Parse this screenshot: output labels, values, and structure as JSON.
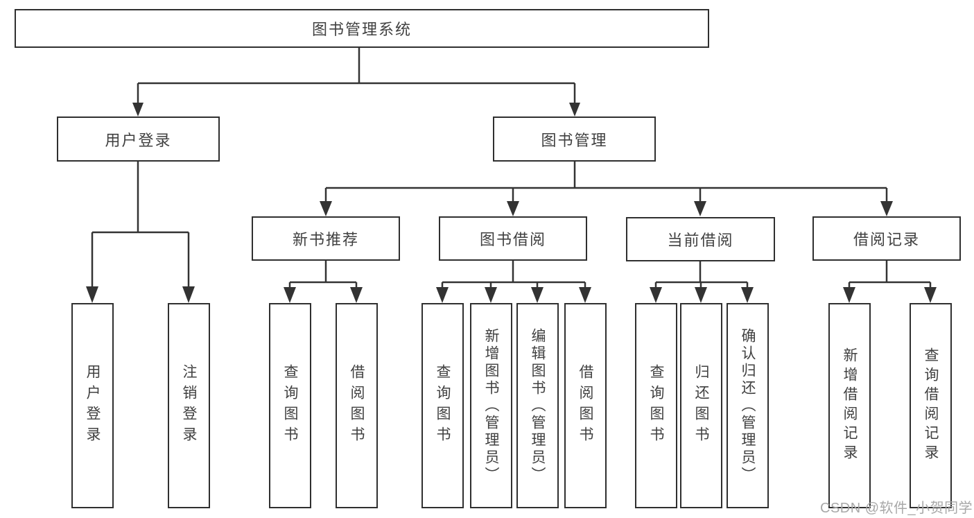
{
  "diagram": {
    "root": {
      "label": "图书管理系统"
    },
    "login": {
      "label": "用户登录",
      "children": [
        {
          "label": "用户登录"
        },
        {
          "label": "注销登录"
        }
      ]
    },
    "management": {
      "label": "图书管理",
      "sections": [
        {
          "label": "新书推荐",
          "children": [
            {
              "label": "查询图书"
            },
            {
              "label": "借阅图书"
            }
          ]
        },
        {
          "label": "图书借阅",
          "children": [
            {
              "label": "查询图书"
            },
            {
              "label": "新增图书（管理员）"
            },
            {
              "label": "编辑图书（管理员）"
            },
            {
              "label": "借阅图书"
            }
          ]
        },
        {
          "label": "当前借阅",
          "children": [
            {
              "label": "查询图书"
            },
            {
              "label": "归还图书"
            },
            {
              "label": "确认归还（管理员）"
            }
          ]
        },
        {
          "label": "借阅记录",
          "children": [
            {
              "label": "新增借阅记录"
            },
            {
              "label": "查询借阅记录"
            }
          ]
        }
      ]
    }
  },
  "watermark": {
    "text": "CSDN @软件_小贺同学"
  },
  "colors": {
    "line": "#333333",
    "box_border": "#2f2f2f",
    "text": "#404040",
    "watermark": "#a8a8a8",
    "background": "#ffffff"
  }
}
